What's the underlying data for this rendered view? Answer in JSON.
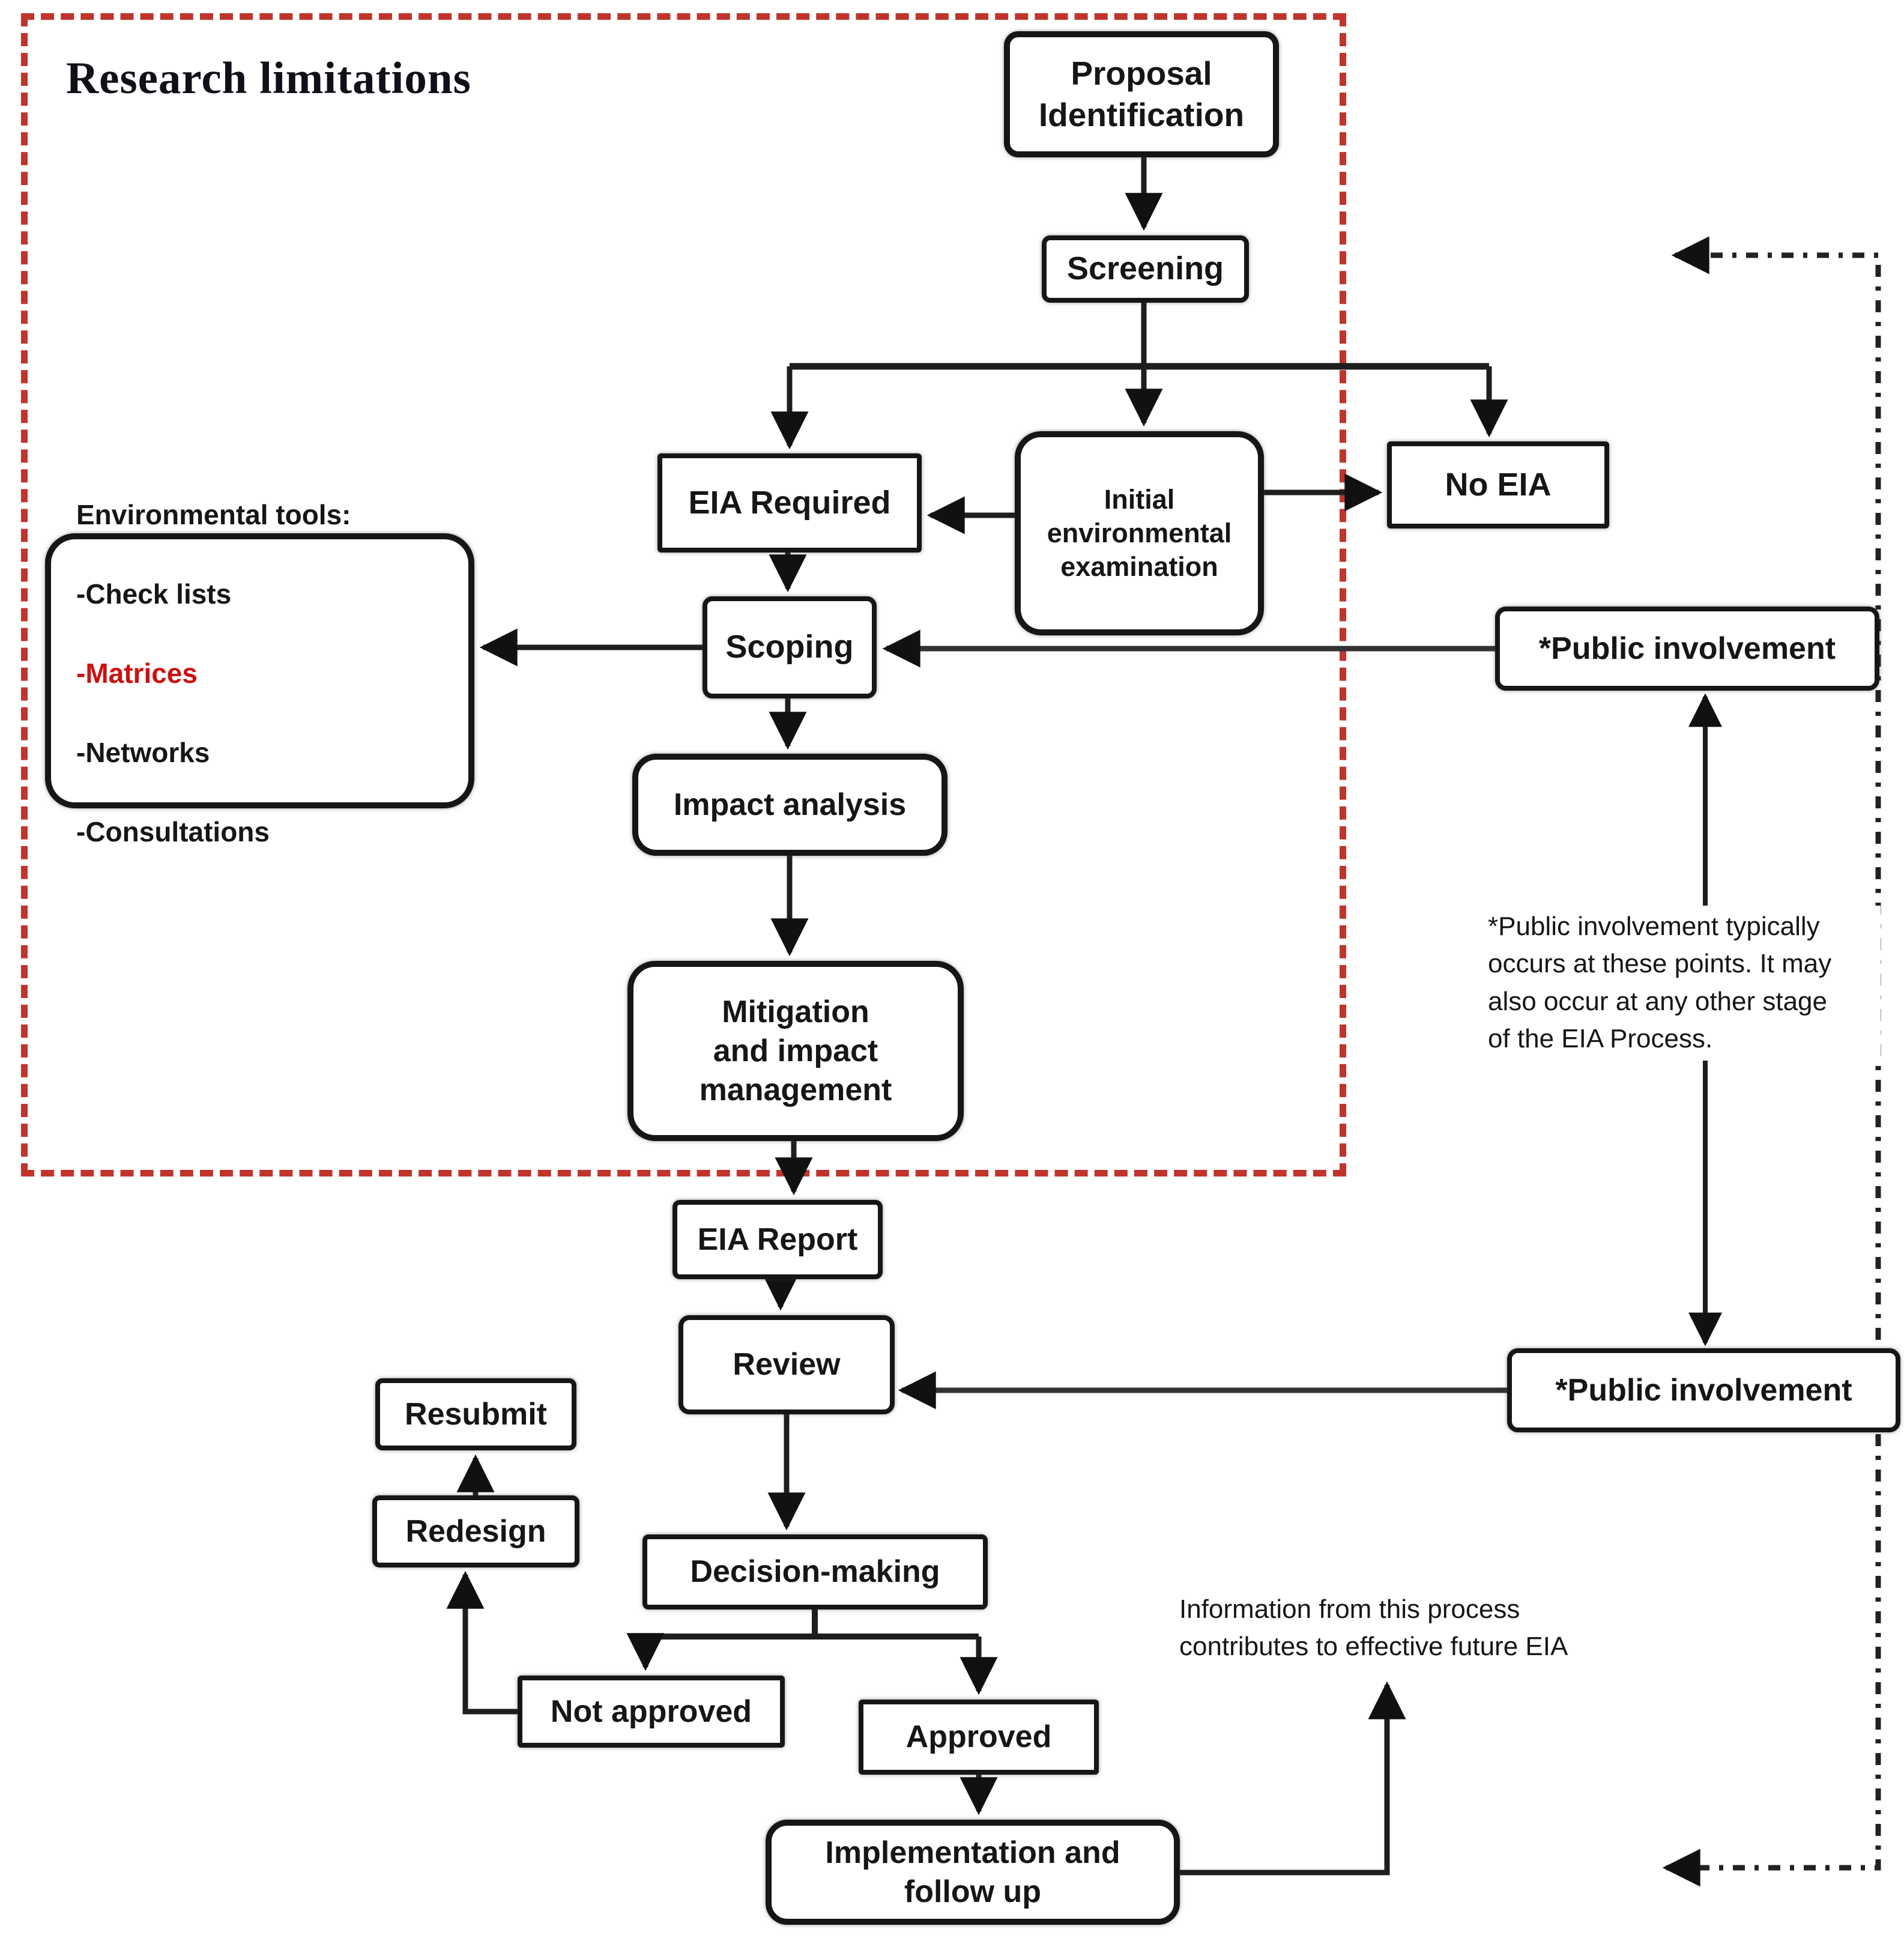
{
  "title": "Research limitations",
  "colors": {
    "frame_dashed_red": "#c0342c",
    "highlight_red_text": "#cc1111",
    "ink": "#161616",
    "background": "#ffffff"
  },
  "nodes": {
    "proposal": {
      "label": "Proposal\nIdentification"
    },
    "screening": {
      "label": "Screening"
    },
    "eia_required": {
      "label": "EIA Required"
    },
    "initial_exam": {
      "label": "Initial\nenvironmental\nexamination"
    },
    "no_eia": {
      "label": "No EIA"
    },
    "env_tools": {
      "title": "Environmental tools:",
      "items": [
        "-Check lists",
        "-Matrices",
        "-Networks",
        "-Consultations"
      ]
    },
    "scoping": {
      "label": "Scoping"
    },
    "impact_analysis": {
      "label": "Impact analysis"
    },
    "mitigation": {
      "label": "Mitigation\nand impact\nmanagement"
    },
    "eia_report": {
      "label": "EIA Report"
    },
    "review": {
      "label": "Review"
    },
    "decision_making": {
      "label": "Decision-making"
    },
    "resubmit": {
      "label": "Resubmit"
    },
    "redesign": {
      "label": "Redesign"
    },
    "not_approved": {
      "label": "Not approved"
    },
    "approved": {
      "label": "Approved"
    },
    "implementation": {
      "label": "Implementation and\nfollow up"
    },
    "public_involvement_top": {
      "label": "*Public involvement"
    },
    "public_involvement_bottom": {
      "label": "*Public involvement"
    }
  },
  "notes": {
    "public_note": "*Public involvement typically\noccurs at these points. It may\nalso occur at any other stage\nof the EIA Process.",
    "info_note": "Information from this process\ncontributes to effective future EIA"
  }
}
